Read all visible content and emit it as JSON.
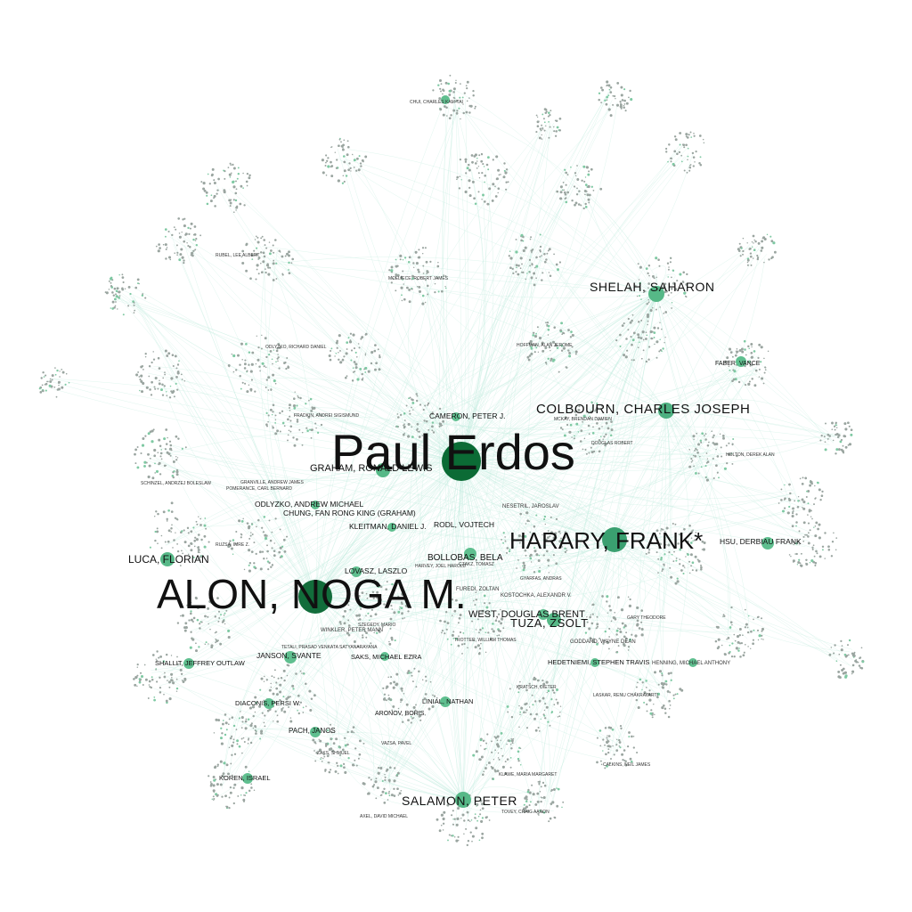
{
  "graph": {
    "hub_color": "#0b6b35",
    "node_color": "#5fbf8f",
    "edge_color": "#c4ece0",
    "labels": {
      "erdos": "Paul Erdos",
      "alon": "ALON, NOGA M.",
      "harary": "HARARY, FRANK*",
      "colbourn": "COLBOURN, CHARLES JOSEPH",
      "shelah": "SHELAH, SAHARON",
      "salamon": "SALAMON, PETER",
      "luca": "LUCA, FLORIAN",
      "tuza": "TUZA, ZSOLT",
      "west": "WEST, DOUGLAS BRENT",
      "graham": "GRAHAM, RONALD LEWIS",
      "cameron": "CAMERON, PETER J.",
      "odlyzko": "ODLYZKO, ANDREW MICHAEL",
      "chung": "CHUNG, FAN RONG KING (GRAHAM)",
      "kleitman": "KLEITMAN, DANIEL J.",
      "rodl": "RODL, VOJTECH",
      "bollobas": "BOLLOBAS, BELA",
      "lovasz": "LOVASZ, LASZLO",
      "janson": "JANSON, SVANTE",
      "saks": "SAKS, MICHAEL EZRA",
      "shallit": "SHALLIT, JEFFREY OUTLAW",
      "diaconis": "DIACONIS, PERSI W.",
      "pach": "PACH, JANOS",
      "koren": "KOREN, ISRAEL",
      "linial": "LINIAL, NATHAN",
      "aronov": "ARONOV, BORIS",
      "faber": "FABER, VANCE",
      "hsu": "HSU, DERBIAU FRANK",
      "hedetniemi": "HEDETNIEMI, STEPHEN TRAVIS",
      "henning": "HENNING, MICHAEL ANTHONY",
      "goddard": "GODDARD, WAYNE DEAN",
      "hoffman": "HOFFMAN, ALAN JEROME",
      "fradkin": "FRADKIN, ANDREI SIGISMUND",
      "nesetril": "NESETRIL, JAROSLAV",
      "mckay": "MCKAY, BRENDAN DAMIEN",
      "pomerance": "POMERANCE, CARL BERNARD",
      "granville": "GRANVILLE, ANDREW JAMES",
      "chui": "CHUI, CHARLES KAM-TAI",
      "rubel": "RUBEL, LEE ALBERT",
      "mceliece": "MCELIECE, ROBERT JAMES",
      "tetali": "TETALI, PRASAD VENKATA SATYANARAYANA",
      "winkler": "WINKLER, PETER MANN",
      "szegedy": "SZEGEDY, MARIO",
      "kostochka": "KOSTOCHKA, ALEXANDR V.",
      "gyarfas": "GYARFAS, ANDRAS",
      "furedi": "FUREDI, ZOLTAN",
      "czakz": "CZAKZ, TOMASZ",
      "klawe": "KLAWE, MARIA MARGARET",
      "tovey": "TOVEY, CRAIG AARON",
      "calkins": "CALKINS, NEIL JAMES",
      "axel": "AXEL, DAVID MICHAEL",
      "kratsch": "KRATSCH, DIETER",
      "laskar": "LASKAR, RENU CHAKRAVARTI",
      "holton": "HOLTON, DEREK ALAN",
      "douglas": "DOUGLAS ROBERT",
      "gary": "GARY THEODORE",
      "trotter": "TROTTER, WILLIAM THOMAS",
      "harvey": "HARVEY, JOEL HAROLD",
      "schinzel": "SCHINZEL, ANDRZEJ BOLESLAW",
      "zakharov": "ZAKS, SHMUEL",
      "vertesi": "VAZSA, PAVEL",
      "ruzsa": "RUZSA, IMRE Z.",
      "odlyzko2": "ODLYZKO, RICHARD DANIEL"
    }
  }
}
